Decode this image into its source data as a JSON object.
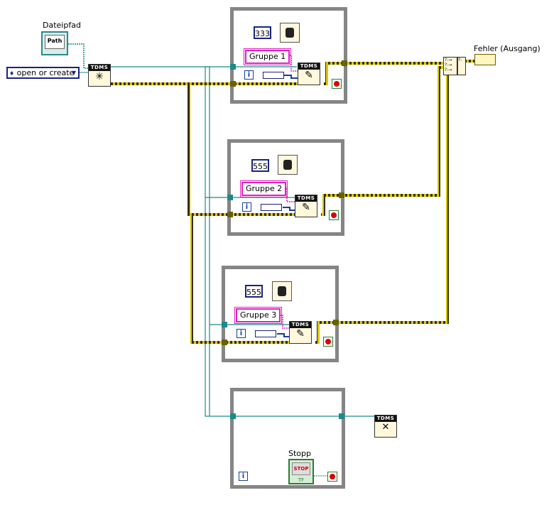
{
  "controls": {
    "path_label": "Dateipfad",
    "path_glyph": "Path",
    "operation_value": "open or create",
    "error_out_label": "Fehler (Ausgang)",
    "stop_label": "Stopp",
    "stop_button_text": "STOP",
    "stop_bool_text": "TF"
  },
  "tdms_label": "TDMS",
  "loops": [
    {
      "wait_ms": "333",
      "group": "Gruppe 1"
    },
    {
      "wait_ms": "555",
      "group": "Gruppe 2"
    },
    {
      "wait_ms": "555",
      "group": "Gruppe 3"
    }
  ],
  "iteration_label": "i",
  "colors": {
    "frame": "#858585",
    "error_wire": "#b3a100",
    "ref_wire": "#1a8a8a",
    "string_wire": "#e020c0",
    "numeric_wire": "#1a3d9e"
  }
}
